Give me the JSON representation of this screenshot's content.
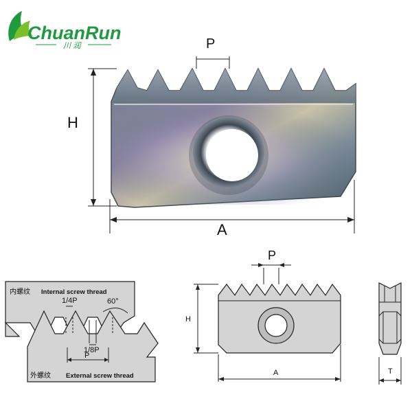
{
  "logo": {
    "wordmark": "ChuanRun",
    "subtitle": "川 润",
    "color": "#1f9a3f",
    "accent": "#7bbf2a"
  },
  "main_view": {
    "pitch_label": "P",
    "height_label": "H",
    "length_label": "A"
  },
  "thread_profile": {
    "internal_label_cn": "内螺纹",
    "internal_label_en": "Internal screw thread",
    "external_label_cn": "外螺纹",
    "external_label_en": "External screw thread",
    "quarter_pitch": "1/4P",
    "eighth_pitch": "1/8P",
    "angle": "60°",
    "pitch": "P"
  },
  "front_view": {
    "pitch_label": "P",
    "height_label": "H",
    "length_label": "A"
  },
  "side_view": {
    "thickness_label": "T"
  },
  "colors": {
    "insert_body": "#5d6f7d",
    "insert_highlight": "#c7c1a6",
    "insert_purple": "#8a7fa0",
    "drawing_fill": "#d4d4d4",
    "line": "#222222"
  }
}
